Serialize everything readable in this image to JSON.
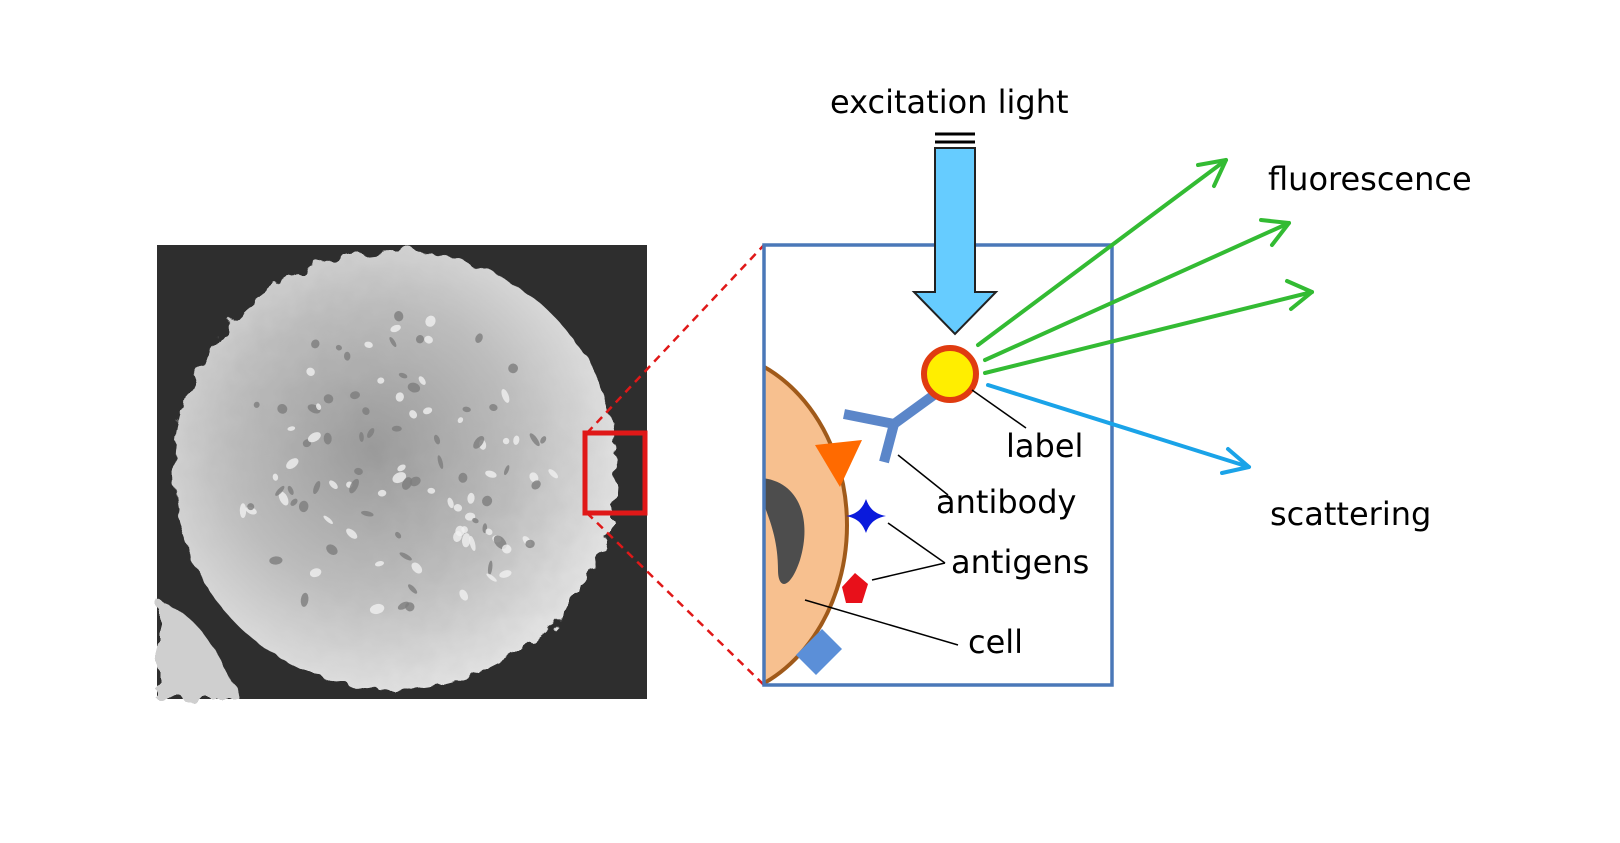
{
  "labels": {
    "excitation": "excitation light",
    "fluorescence": "fluorescence",
    "scattering": "scattering",
    "label": "label",
    "antibody": "antibody",
    "antigens": "antigens",
    "cell": "cell"
  },
  "colors": {
    "sem_background": "#2e2e2e",
    "zoom_box_stroke": "#4a78b8",
    "zoom_marker": "#e01818",
    "excitation_arrow": "#66ccff",
    "fluorescence_arrows": "#33bb33",
    "scattering_arrow": "#1aa3e8",
    "label_fill": "#ffee00",
    "label_ring": "#e03b10",
    "antibody": "#5b86c9",
    "cell_fill": "#f7c08f",
    "cell_membrane": "#a05a1a",
    "nucleus": "#4d4d4d",
    "antigen_green": "#22bb33",
    "antigen_orange": "#ff6a00",
    "antigen_blue": "#0a1adc",
    "antigen_red": "#e8101a",
    "antigen_lightblue": "#5b8fd8"
  }
}
